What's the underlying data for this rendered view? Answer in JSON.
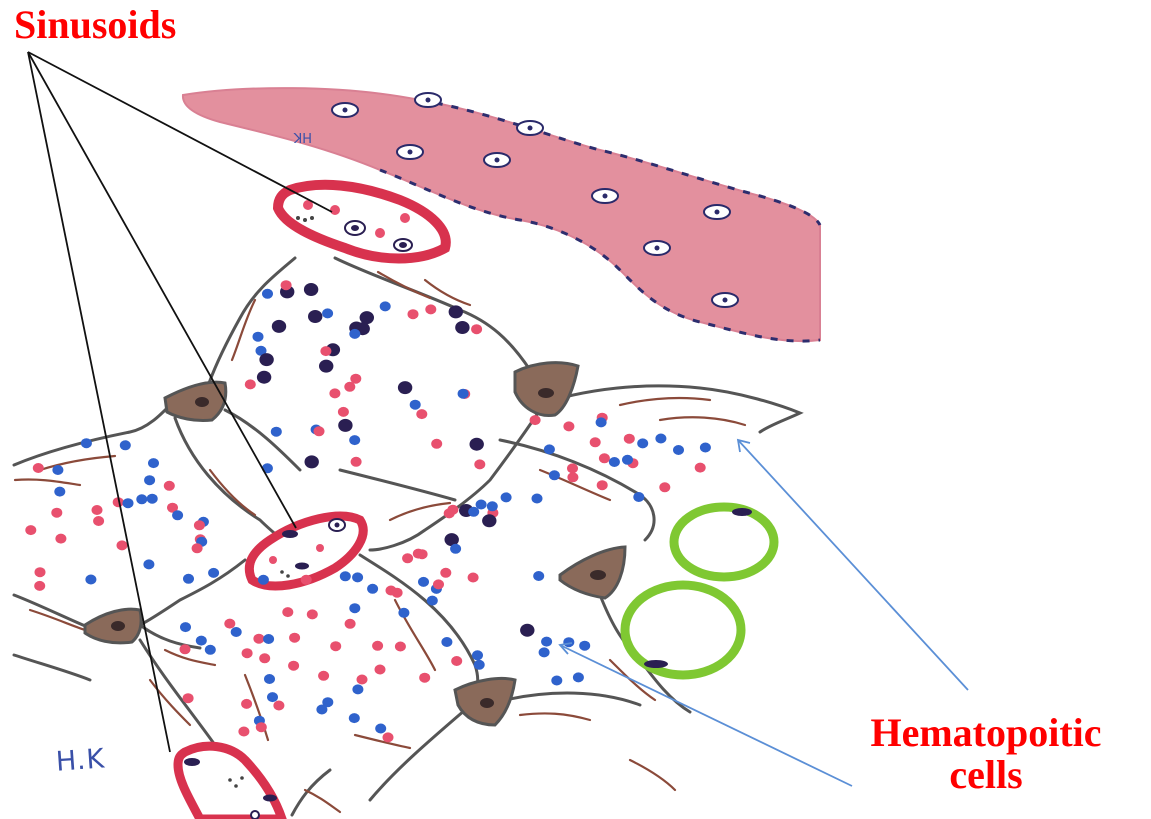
{
  "labels": {
    "sinusoids": "Sinusoids",
    "hematopoitic_line1": "Hematopoitic",
    "hematopoitic_line2": "cells"
  },
  "signature": "H.K",
  "colors": {
    "label_red": "#ff0000",
    "pointer_black": "#111111",
    "pointer_blue": "#5b8fd6",
    "trabecula_pink": "#e3909e",
    "sinusoid_red": "#d8324e",
    "cell_red": "#e8506e",
    "cell_blue": "#2f62cc",
    "cell_dark": "#2a1f52",
    "adventitial_brown": "#8a6a5a",
    "fat_green": "#7fc832",
    "septum_gray": "#555555",
    "fiber_brown": "#8b4a3a"
  }
}
